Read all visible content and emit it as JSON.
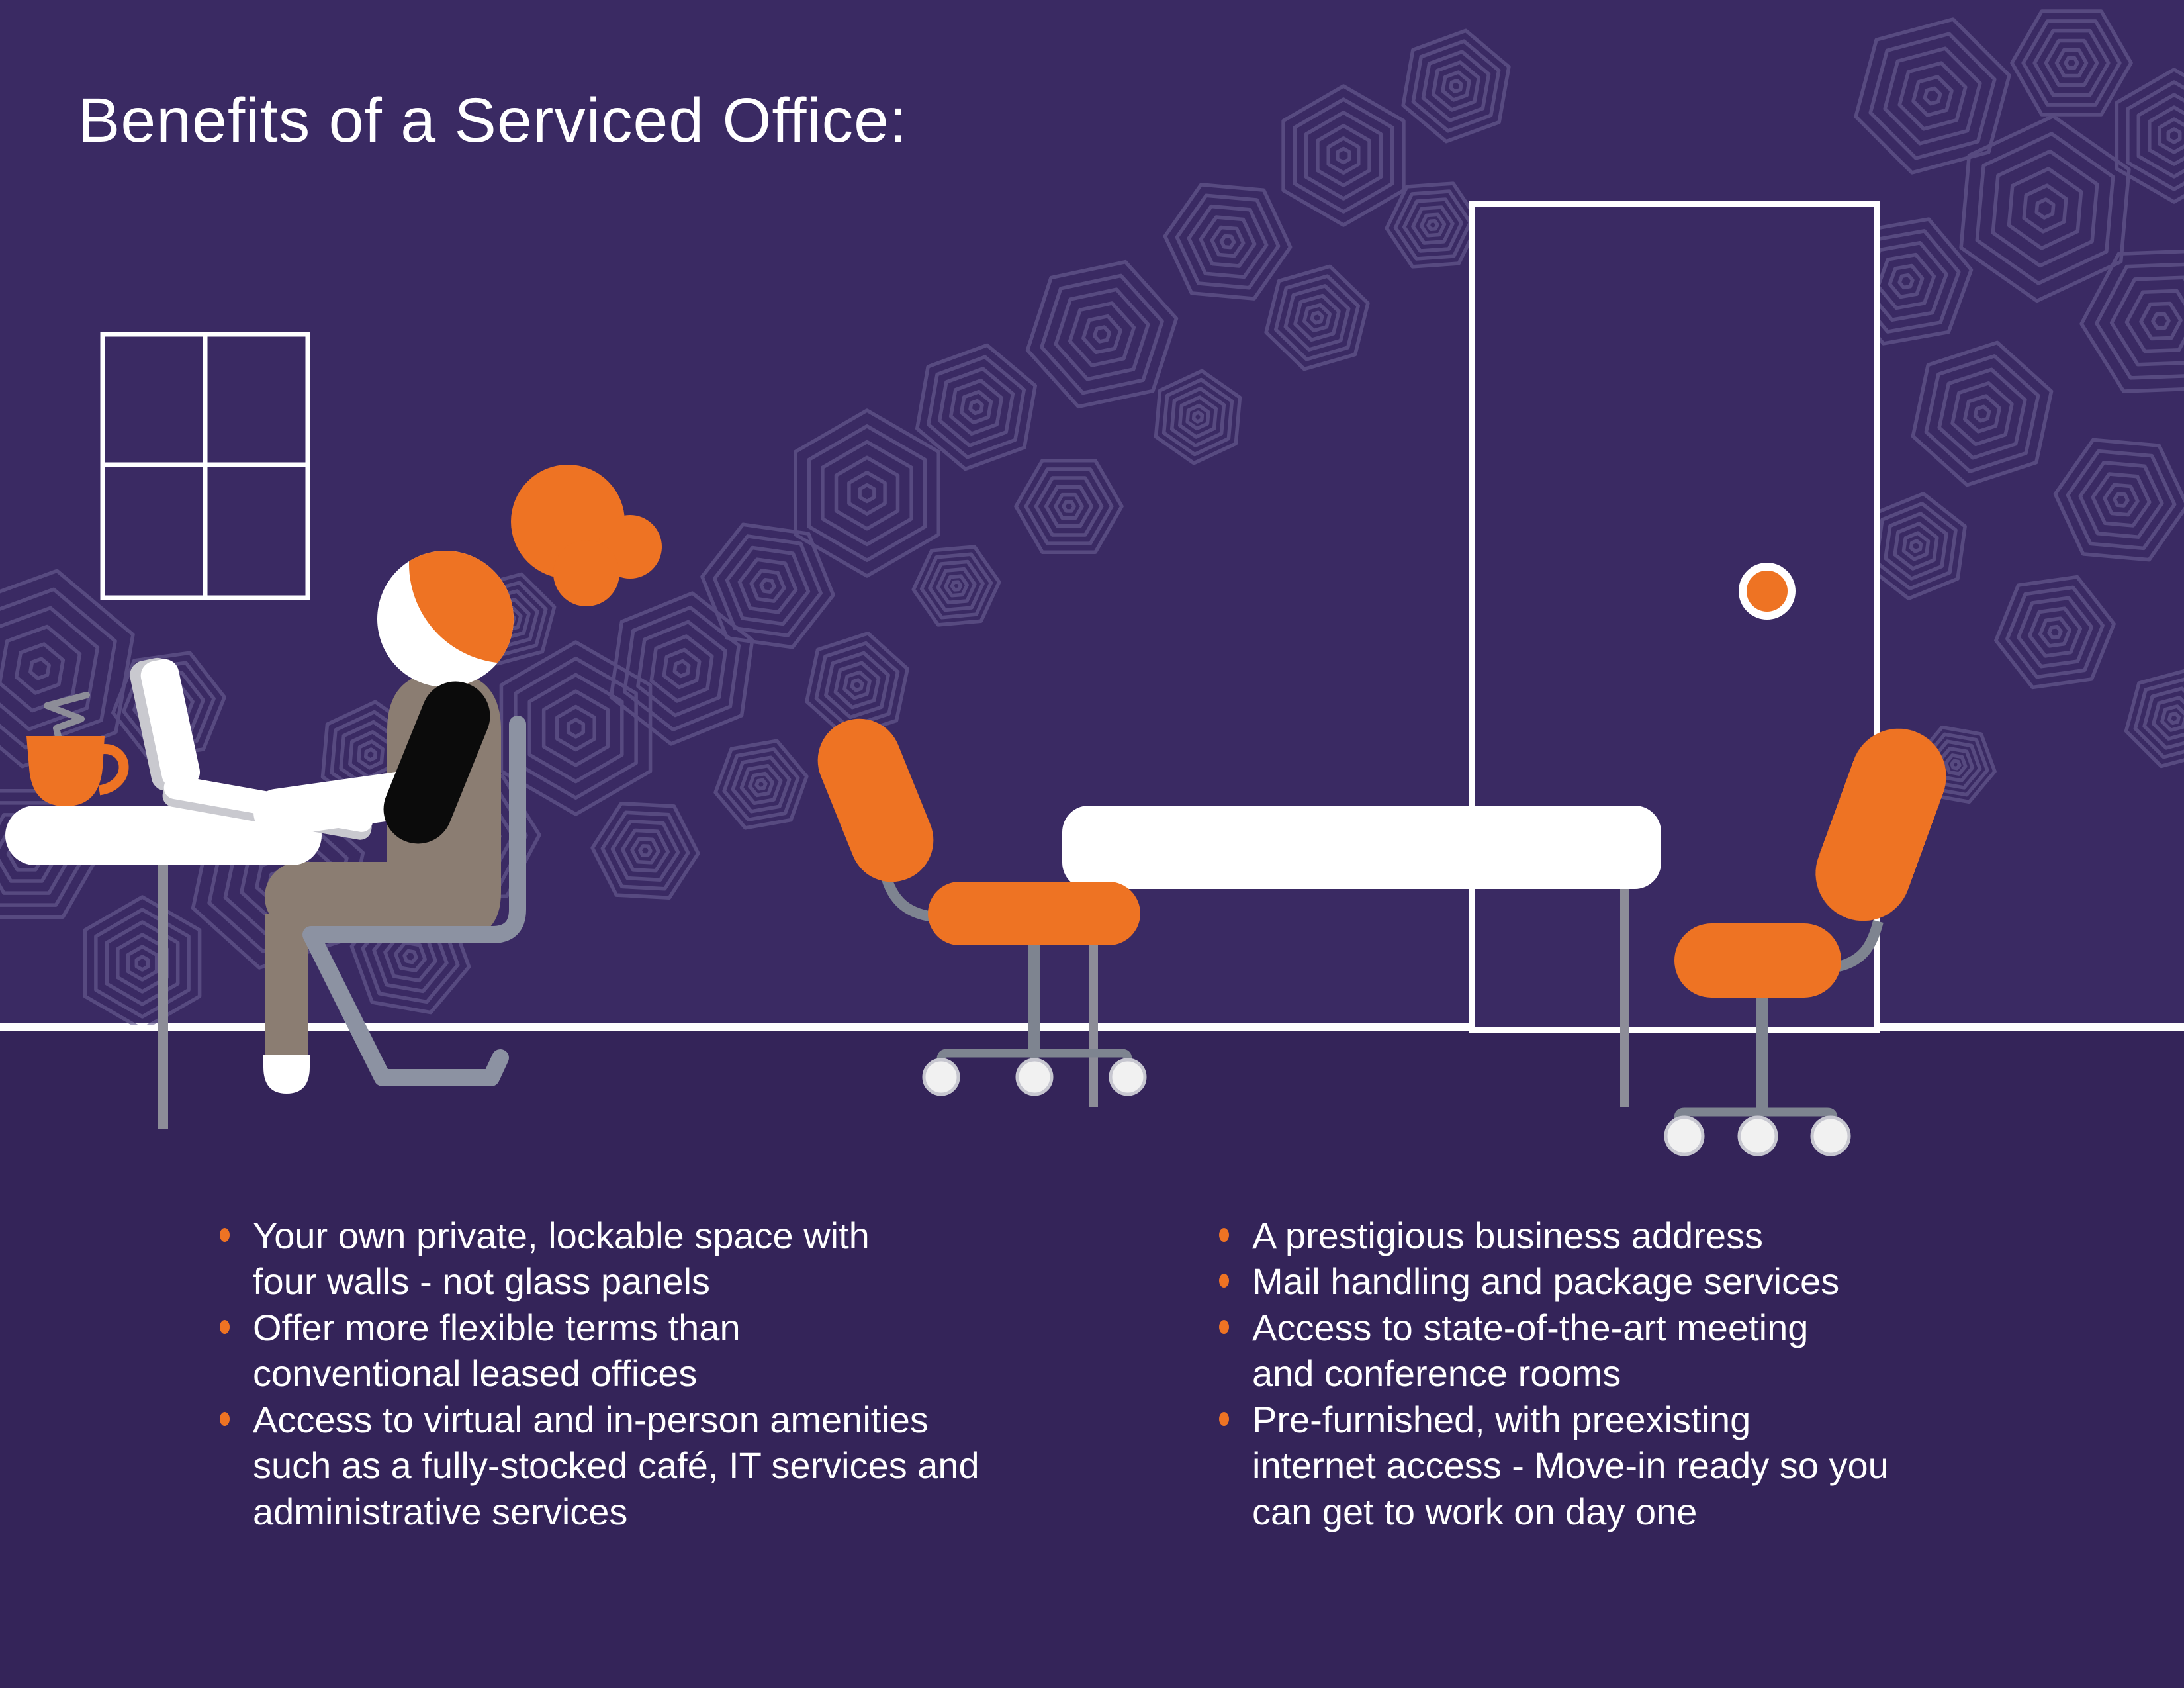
{
  "title": "Benefits of a Serviced Office:",
  "benefits_left": [
    "Your own private, lockable space with\nfour walls - not glass panels",
    "Offer more flexible terms than\nconventional leased offices",
    "Access to virtual and in-person amenities\nsuch as a fully-stocked café, IT services and\nadministrative services"
  ],
  "benefits_right": [
    "A prestigious business address",
    "Mail handling and package services",
    "Access to state-of-the-art meeting\nand conference rooms",
    "Pre-furnished, with preexisting\ninternet access - Move-in ready so you\ncan get to work on day one"
  ],
  "colors": {
    "background": "#3A2A63",
    "floor": "#342459",
    "accent_orange": "#EE7323",
    "pattern_line": "#6C6294",
    "text_white": "#FFFFFF",
    "person_suit_taupe": "#8B7D72",
    "sleeve_black": "#0B0B0B",
    "furniture_gray": "#7E8490"
  }
}
